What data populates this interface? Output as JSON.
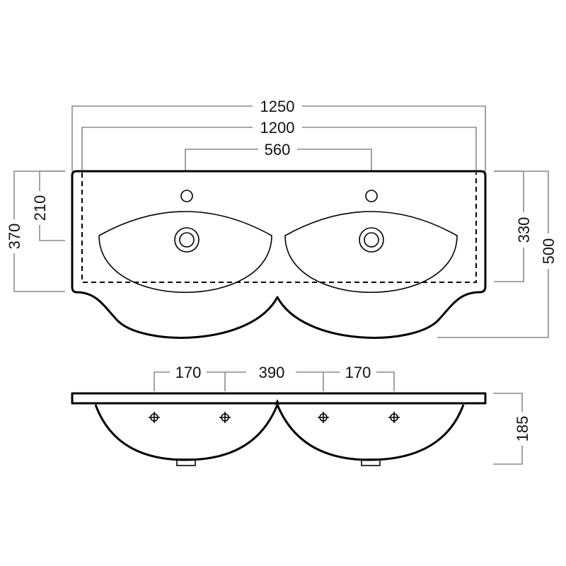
{
  "top_view": {
    "overall_width": "1250",
    "inner_width": "1200",
    "tap_spacing": "560",
    "left_depth_tap": "210",
    "left_depth_total": "370",
    "right_depth_inner": "330",
    "right_depth_total": "500"
  },
  "front_view": {
    "left_offset": "170",
    "center_spacing": "390",
    "right_offset": "170",
    "height": "185"
  }
}
